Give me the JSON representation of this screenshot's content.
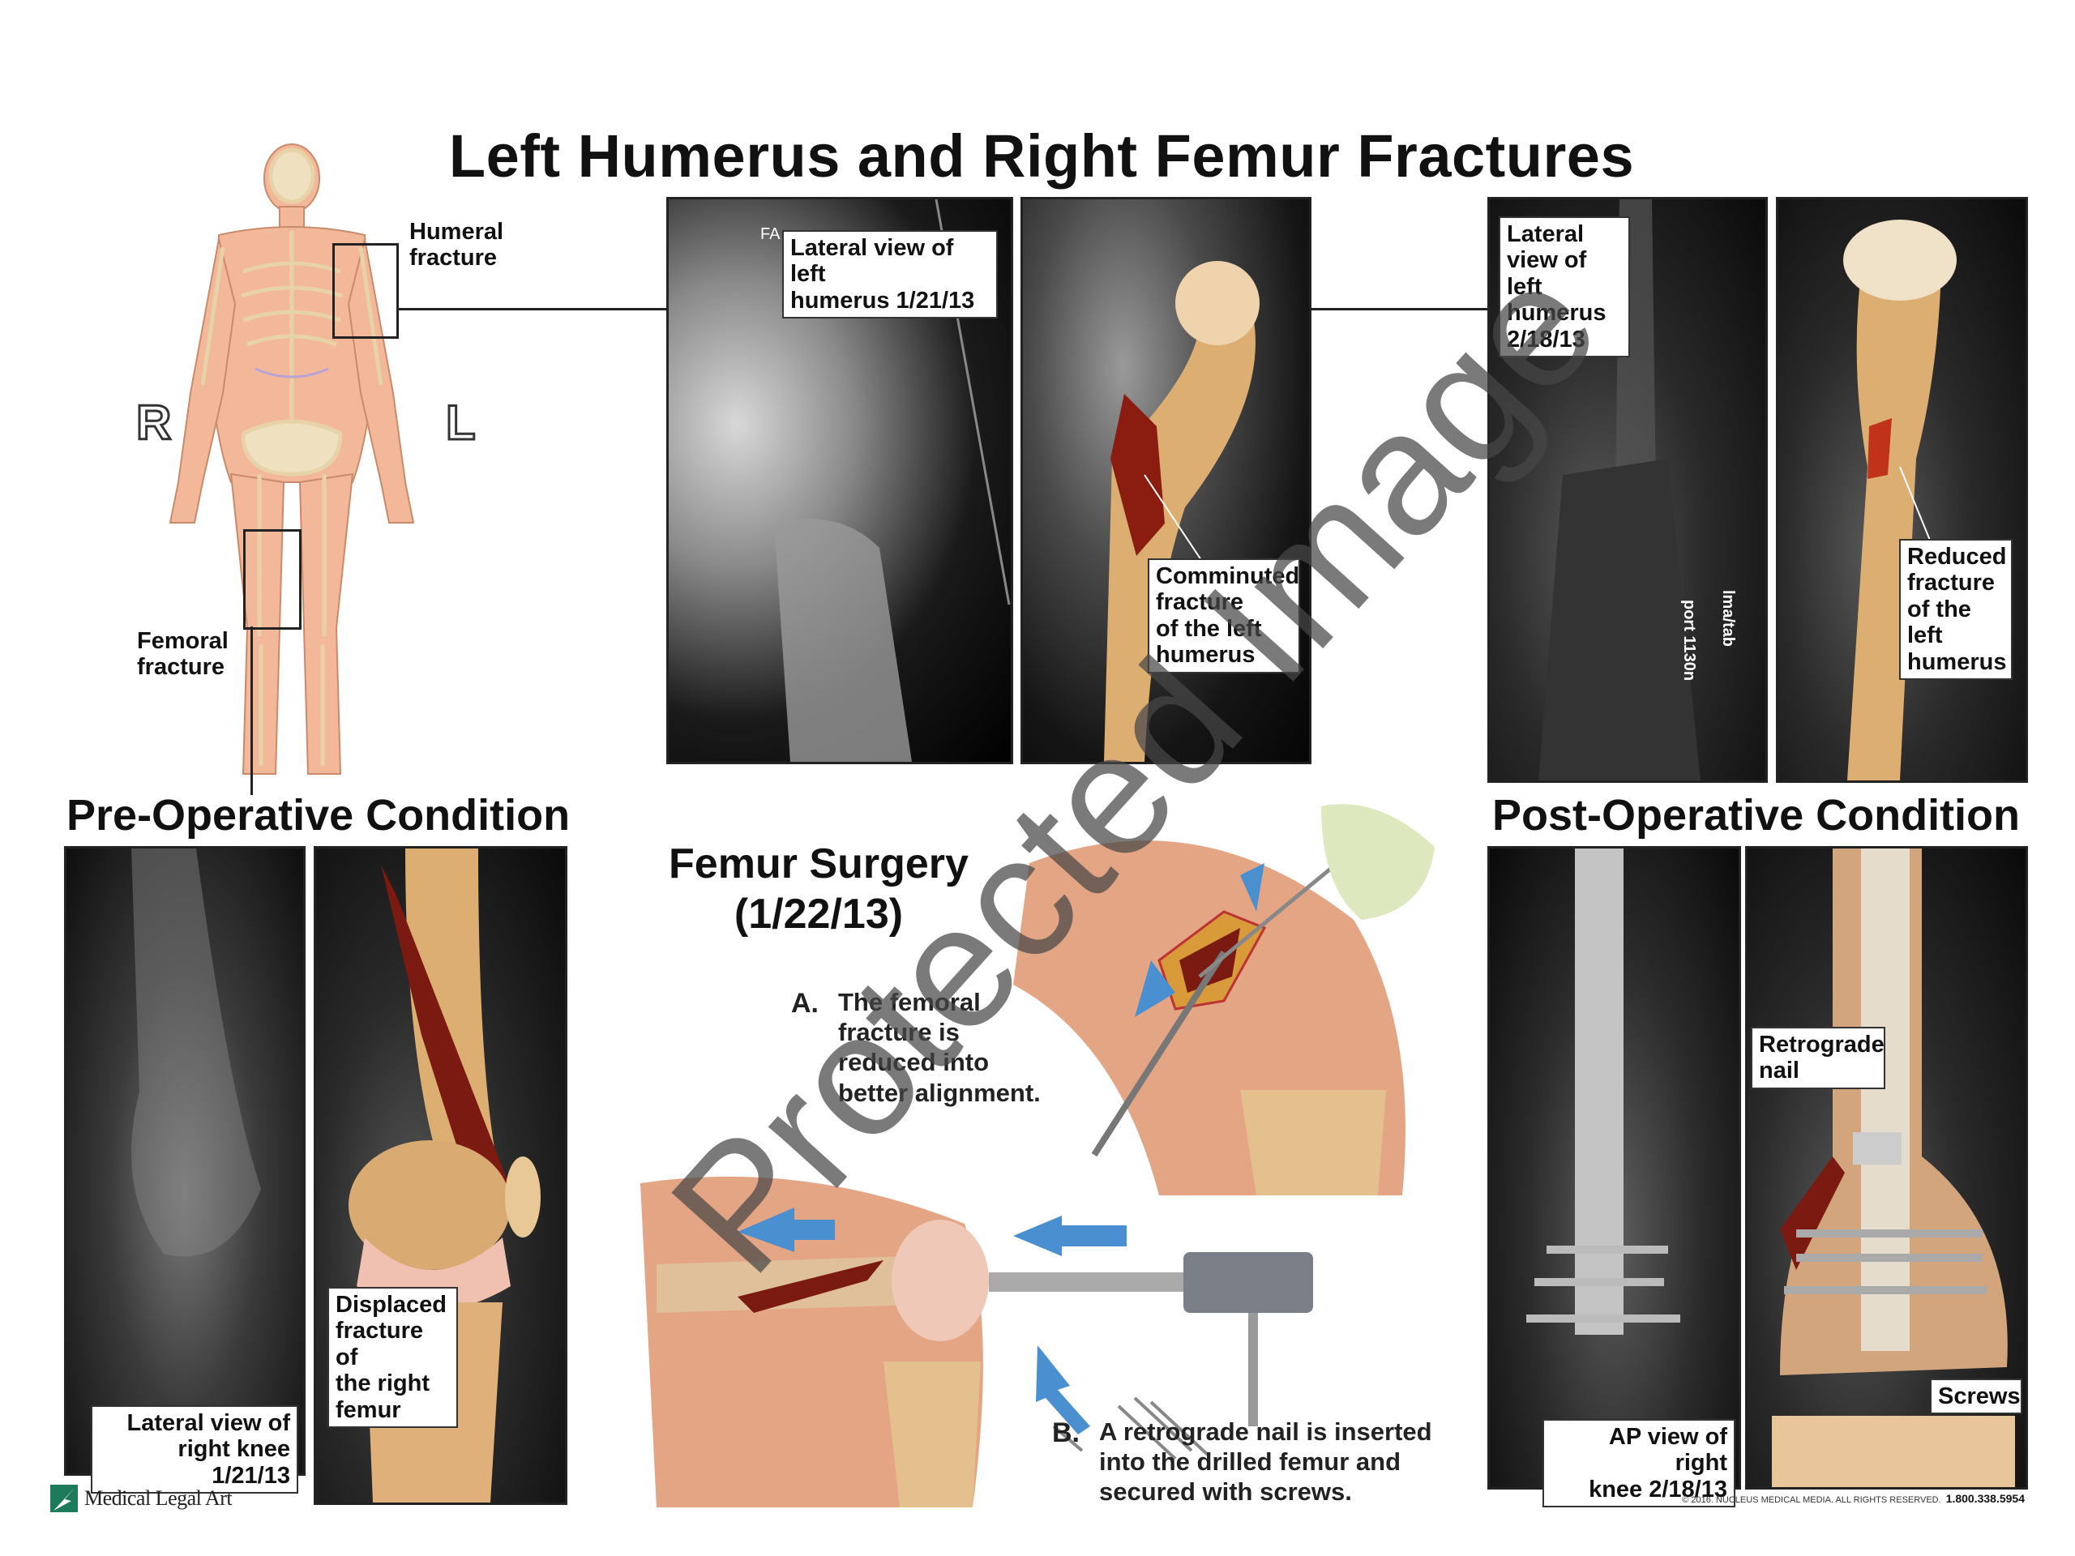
{
  "title": "Left Humerus and Right Femur Fractures",
  "body_figure": {
    "humeral_label": "Humeral\nfracture",
    "femoral_label": "Femoral\nfracture",
    "right_marker": "R",
    "left_marker": "L"
  },
  "humerus_panels": {
    "pre_xray_label": "Lateral view of left\nhumerus 1/21/13",
    "pre_xray_marker": "FA",
    "pre_illustration_label": "Comminuted\nfracture\nof the left\nhumerus",
    "post_xray_label": "Lateral\nview of left\nhumerus\n2/18/13",
    "post_xray_marker_1": "port 1130n",
    "post_xray_marker_2": "lma/tab",
    "post_illustration_label": "Reduced\nfracture\nof the left\nhumerus"
  },
  "pre_op": {
    "heading": "Pre-Operative Condition",
    "xray_label": "Lateral view of\nright knee 1/21/13",
    "illustration_label": "Displaced\nfracture of\nthe right\nfemur"
  },
  "surgery": {
    "heading": "Femur Surgery\n(1/22/13)",
    "step_a_letter": "A.",
    "step_a_text": "The femoral\nfracture is\nreduced into\nbetter alignment.",
    "step_b_letter": "B.",
    "step_b_text": "A retrograde nail is inserted\ninto the drilled femur and\nsecured with screws."
  },
  "post_op": {
    "heading": "Post-Operative Condition",
    "xray_label": "AP view of right\nknee 2/18/13",
    "nail_label": "Retrograde\nnail",
    "screws_label": "Screws"
  },
  "watermark": "Protected Image",
  "footer": {
    "logo_text": "Medical Legal Art",
    "copyright": "© 2016. NUCLEUS MEDICAL MEDIA. ALL RIGHTS RESERVED.",
    "phone": "1.800.338.5954"
  },
  "colors": {
    "bone": "#e2b77e",
    "fracture": "#8a1c10",
    "arrow": "#4a90d0",
    "skin": "#e8a98a",
    "logo": "#1d7a5a"
  }
}
